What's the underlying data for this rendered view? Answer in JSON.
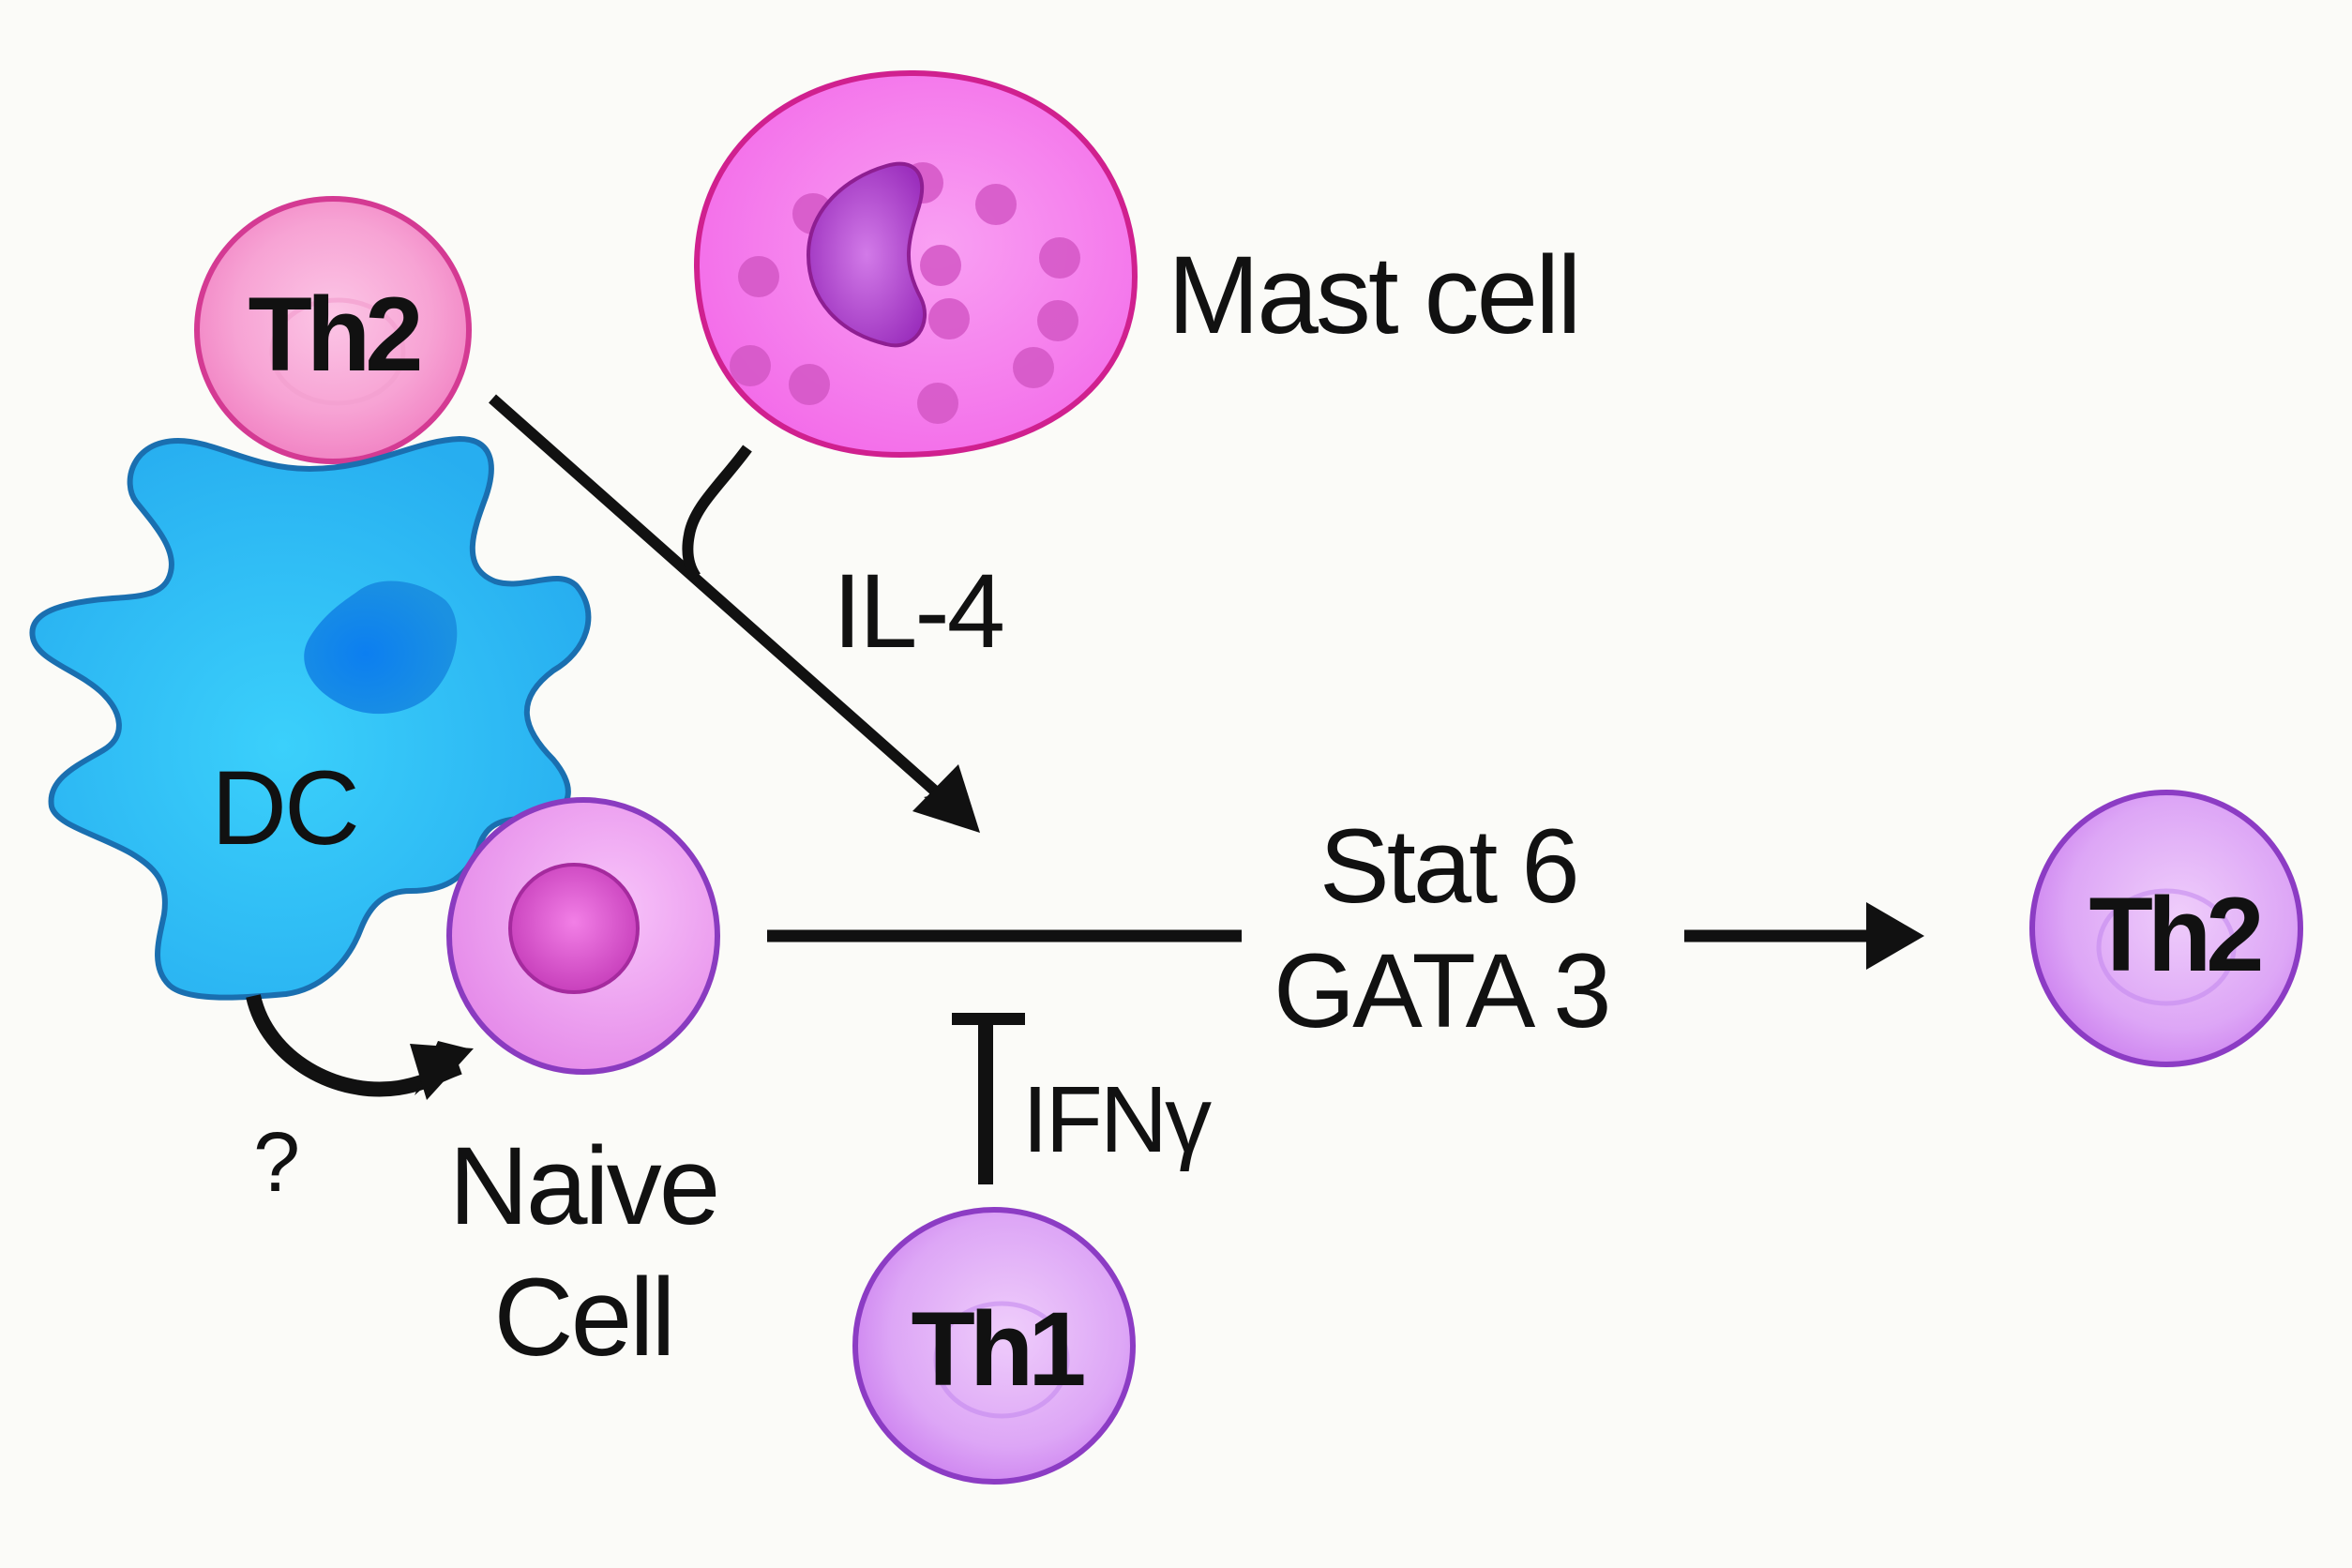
{
  "diagram": {
    "title": "Th2 differentiation pathway",
    "colors": {
      "background": "#fbfbf8",
      "th2_top_fill": "#f7a0d3",
      "th2_top_stroke": "#d43a93",
      "mast_fill": "#f47ded",
      "mast_stroke": "#d0208f",
      "mast_granule": "#d457c6",
      "mast_nucleus": "#b545d0",
      "dc_fill": "#2fbdf5",
      "dc_stroke": "#1a6fb0",
      "dc_nucleus": "#137ae6",
      "naive_fill": "#ee9bee",
      "naive_stroke": "#8a3bc0",
      "naive_nucleus": "#e860d8",
      "th_purple_fill": "#dca2f5",
      "th_purple_stroke": "#8c3cc4",
      "arrow": "#111111"
    },
    "cells": {
      "th2_source": {
        "label": "Th2"
      },
      "mast_cell": {
        "label": "Mast cell"
      },
      "dendritic_cell": {
        "label": "DC"
      },
      "naive_cell": {
        "label_line1": "Naive",
        "label_line2": "Cell"
      },
      "th1": {
        "label": "Th1"
      },
      "th2_result": {
        "label": "Th2"
      }
    },
    "signals": {
      "il4": "IL-4",
      "stat6": "Stat 6",
      "gata3": "GATA 3",
      "ifng": "IFNγ",
      "unknown_signal": "?"
    },
    "edges": [
      {
        "from": "Th2",
        "to": "Naive Cell pathway",
        "type": "activation",
        "label": "IL-4"
      },
      {
        "from": "Mast cell",
        "to": "IL-4 arrow",
        "type": "joins"
      },
      {
        "from": "DC",
        "to": "Naive Cell",
        "type": "activation",
        "label": "?"
      },
      {
        "from": "Naive Cell",
        "to": "Th2",
        "type": "activation",
        "via": [
          "Stat 6",
          "GATA 3"
        ]
      },
      {
        "from": "Th1",
        "to": "Naive Cell pathway",
        "type": "inhibition",
        "label": "IFNγ"
      }
    ]
  }
}
